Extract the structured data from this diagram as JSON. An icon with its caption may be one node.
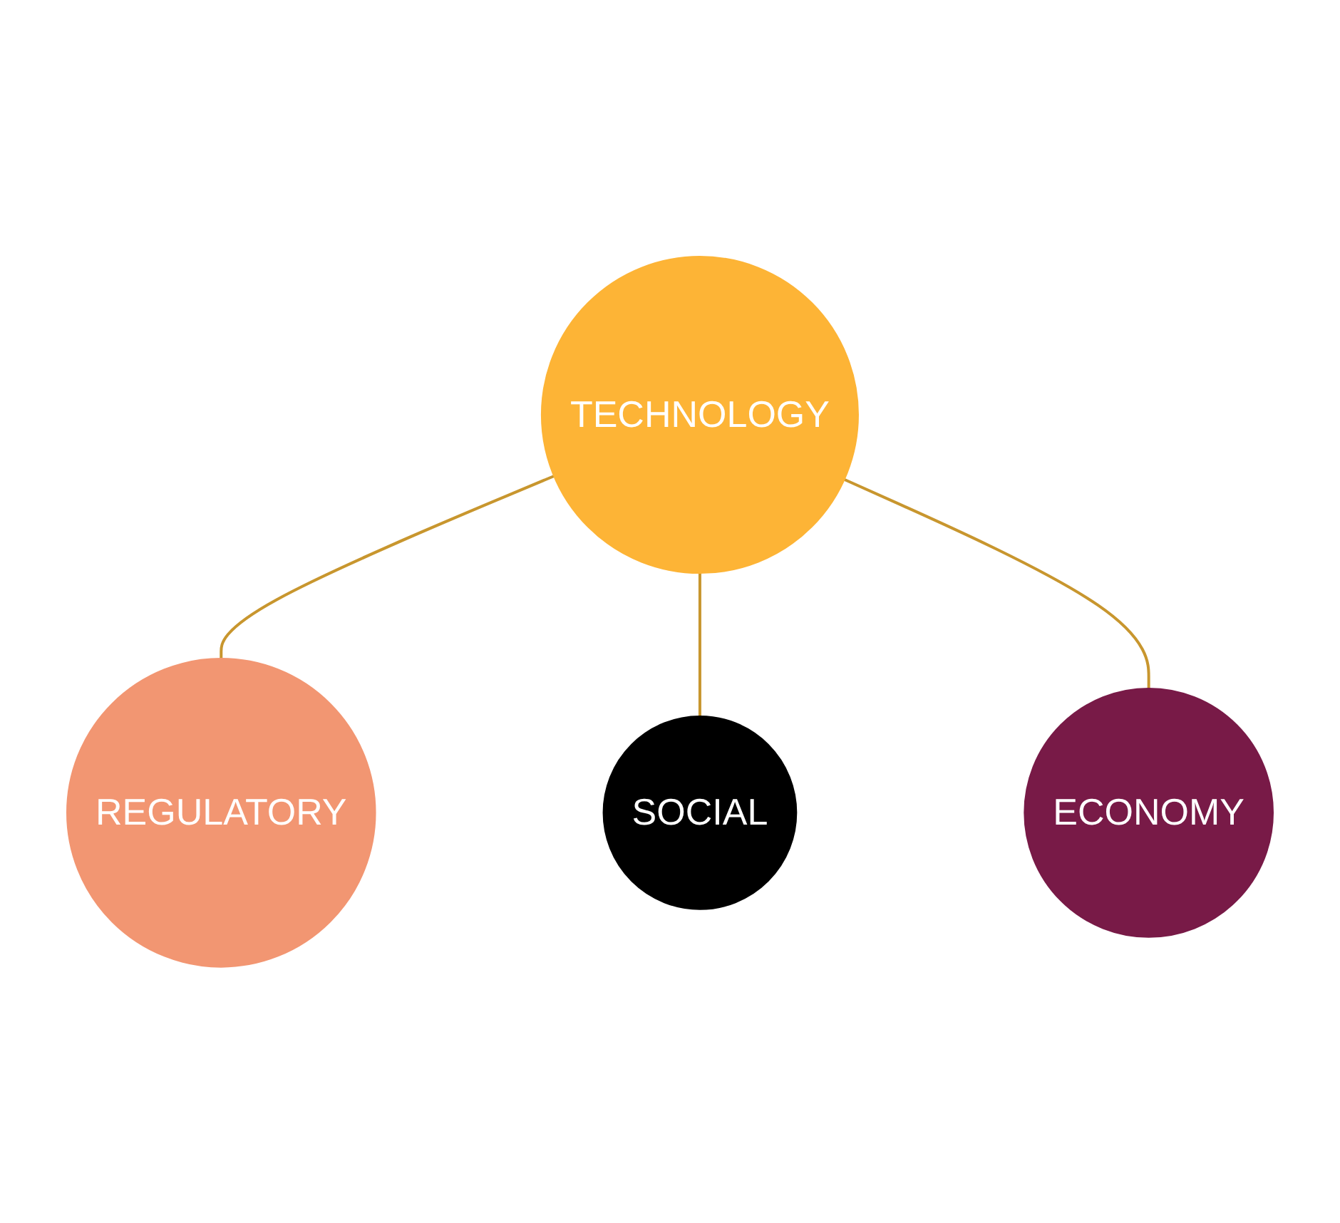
{
  "diagram": {
    "nodes": [
      {
        "text": [
          "REGULATORY"
        ]
      },
      {
        "text": [
          "TECHNOLOGY"
        ]
      },
      {
        "text": [
          "SOCIAL"
        ]
      },
      {
        "text": [
          "ECONOMY"
        ]
      }
    ],
    "edges": [
      {
        "from": 1,
        "to": 0,
        "arrow": "none"
      },
      {
        "from": 1,
        "to": 2,
        "arrow": "none"
      },
      {
        "from": 1,
        "to": 3,
        "arrow": "none"
      }
    ]
  }
}
